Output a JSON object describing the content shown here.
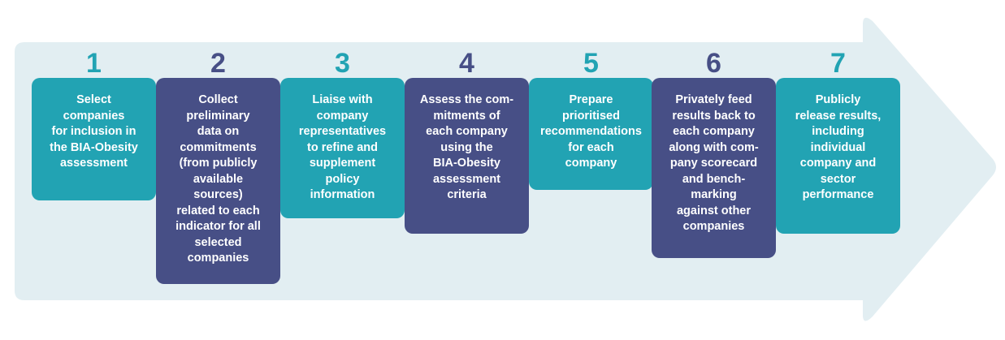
{
  "colors": {
    "teal": "#22a3b3",
    "navy": "#474f86",
    "arrow": "#e2eef2"
  },
  "steps": [
    {
      "number": "1",
      "text": "Select\ncompanies\nfor inclusion in\nthe BIA-Obesity\nassessment"
    },
    {
      "number": "2",
      "text": "Collect\npreliminary\ndata on\ncommitments\n(from publicly\navailable\nsources)\nrelated to each\nindicator for all\nselected\ncompanies"
    },
    {
      "number": "3",
      "text": "Liaise with\ncompany\nrepresentatives\nto refine and\nsupplement\npolicy\ninformation"
    },
    {
      "number": "4",
      "text": "Assess the com-\nmitments of\neach company\nusing the\nBIA-Obesity\nassessment\ncriteria"
    },
    {
      "number": "5",
      "text": "Prepare\nprioritised\nrecommendations\nfor each\ncompany"
    },
    {
      "number": "6",
      "text": "Privately feed\nresults back to\neach company\nalong with com-\npany scorecard\nand bench-\nmarking\nagainst other\ncompanies"
    },
    {
      "number": "7",
      "text": "Publicly\nrelease results,\nincluding\nindividual\ncompany and\nsector\nperformance"
    }
  ]
}
